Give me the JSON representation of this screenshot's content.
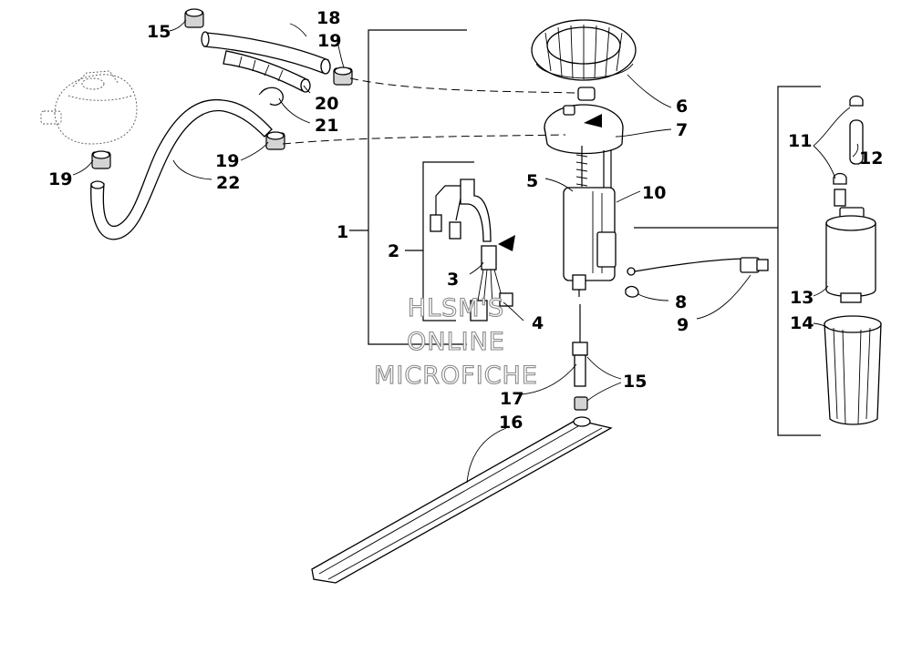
{
  "callouts": [
    {
      "id": "c1",
      "text": "1"
    },
    {
      "id": "c2",
      "text": "2"
    },
    {
      "id": "c3",
      "text": "3"
    },
    {
      "id": "c4",
      "text": "4"
    },
    {
      "id": "c5",
      "text": "5"
    },
    {
      "id": "c6",
      "text": "6"
    },
    {
      "id": "c7",
      "text": "7"
    },
    {
      "id": "c8",
      "text": "8"
    },
    {
      "id": "c9",
      "text": "9"
    },
    {
      "id": "c10",
      "text": "10"
    },
    {
      "id": "c11",
      "text": "11"
    },
    {
      "id": "c12",
      "text": "12"
    },
    {
      "id": "c13",
      "text": "13"
    },
    {
      "id": "c14",
      "text": "14"
    },
    {
      "id": "c15a",
      "text": "15"
    },
    {
      "id": "c15b",
      "text": "15"
    },
    {
      "id": "c16",
      "text": "16"
    },
    {
      "id": "c17",
      "text": "17"
    },
    {
      "id": "c18",
      "text": "18"
    },
    {
      "id": "c19a",
      "text": "19"
    },
    {
      "id": "c19b",
      "text": "19"
    },
    {
      "id": "c19c",
      "text": "19"
    },
    {
      "id": "c20",
      "text": "20"
    },
    {
      "id": "c21",
      "text": "21"
    },
    {
      "id": "c22",
      "text": "22"
    }
  ],
  "watermark": {
    "line1": "HLSM'S",
    "line2": "ONLINE",
    "line3": "MICROFICHE"
  },
  "colors": {
    "ink": "#000000",
    "background": "#ffffff",
    "watermark_outline": "#8a8a8a"
  }
}
